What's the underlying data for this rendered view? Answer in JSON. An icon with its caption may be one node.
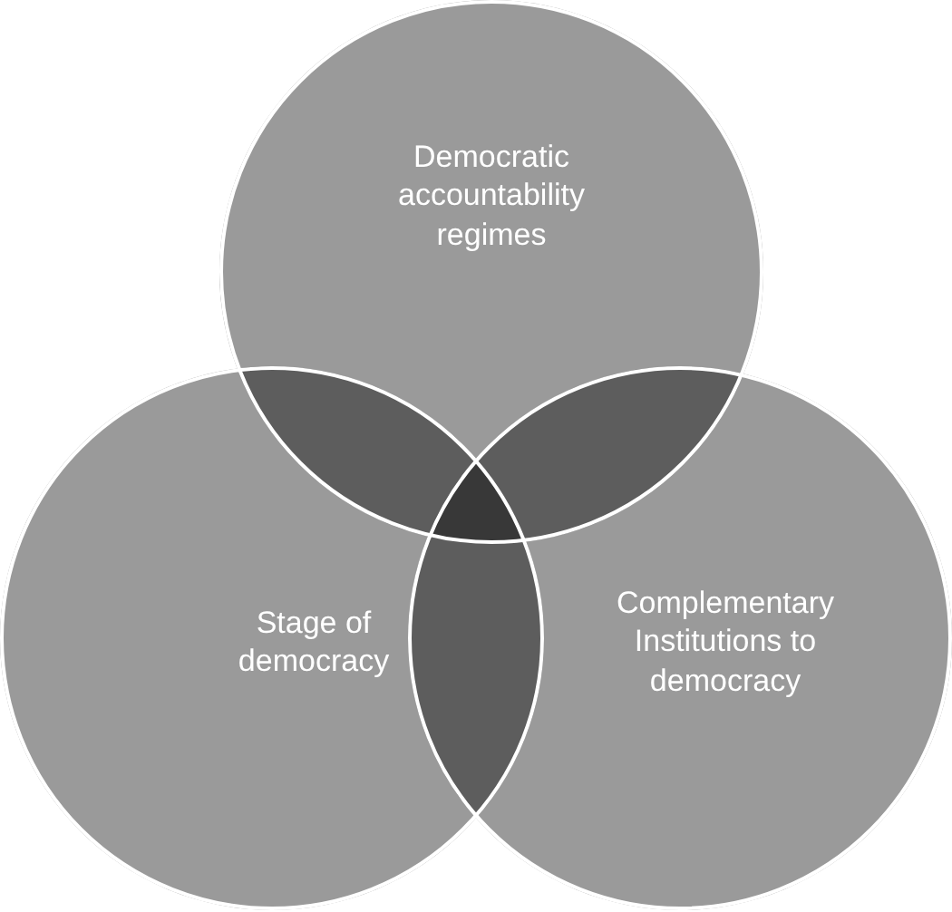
{
  "diagram": {
    "nodes": [
      {
        "text": [
          "Democratic accountability regimes"
        ]
      },
      {
        "text": [
          "Stage of democracy"
        ]
      },
      {
        "text": [
          "Complementary Institutions to democracy"
        ]
      }
    ]
  }
}
